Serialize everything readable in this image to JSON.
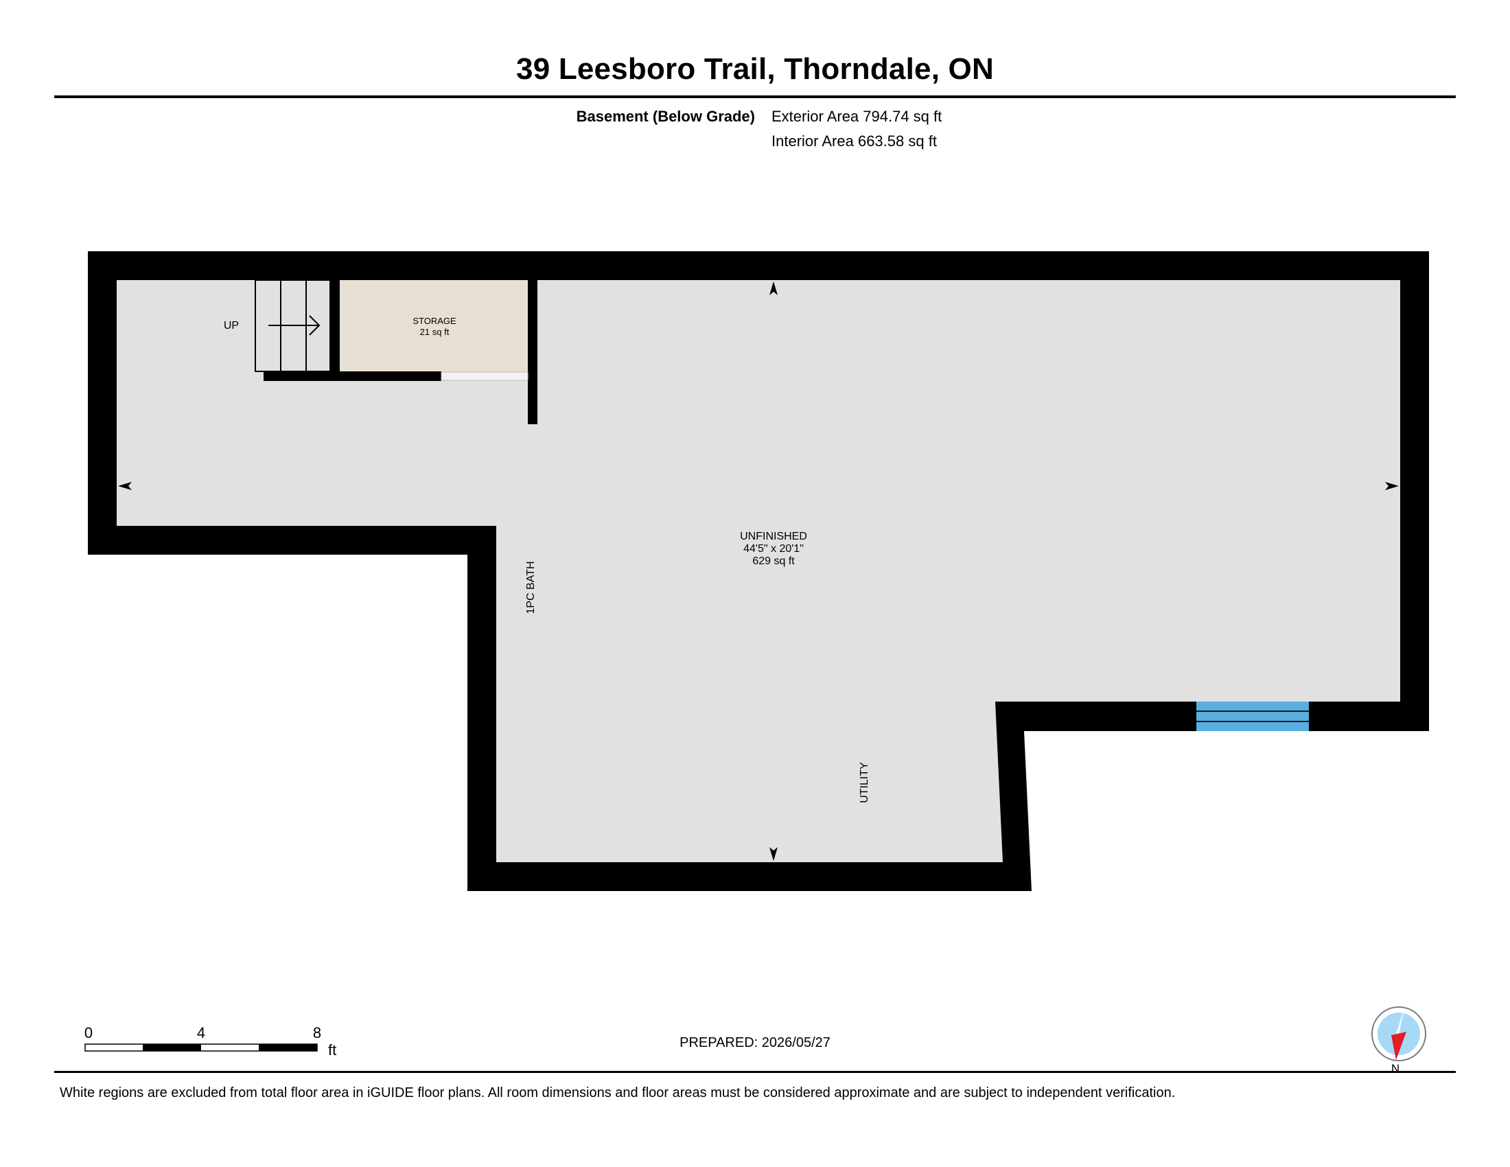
{
  "header": {
    "title": "39 Leesboro Trail, Thorndale, ON",
    "level_name": "Basement (Below Grade)",
    "exterior_area": "Exterior Area 794.74 sq ft",
    "interior_area": "Interior Area 663.58 sq ft"
  },
  "plan": {
    "stair_label": "UP",
    "rooms": [
      {
        "name": "STORAGE",
        "area": "21 sq ft"
      },
      {
        "name": "UNFINISHED",
        "dims": "44'5\" x 20'1\"",
        "area": "629 sq ft"
      }
    ],
    "vertical_labels": [
      "1PC BATH",
      "UTILITY"
    ],
    "colors": {
      "wall": "#000000",
      "floor": "#e1e1e1",
      "storage_floor": "#e8dfd3",
      "window": "#5aaee0",
      "compass_face": "#a6d9f7",
      "compass_needle": "#e31e24"
    }
  },
  "scale_bar": {
    "ticks": [
      "0",
      "4",
      "8"
    ],
    "unit": "ft"
  },
  "compass": {
    "label": "N"
  },
  "footer": {
    "prepared": "PREPARED: 2026/05/27",
    "disclaimer": "White regions are excluded from total floor area in iGUIDE floor plans. All room dimensions and floor areas must be considered approximate and are subject to independent verification."
  }
}
